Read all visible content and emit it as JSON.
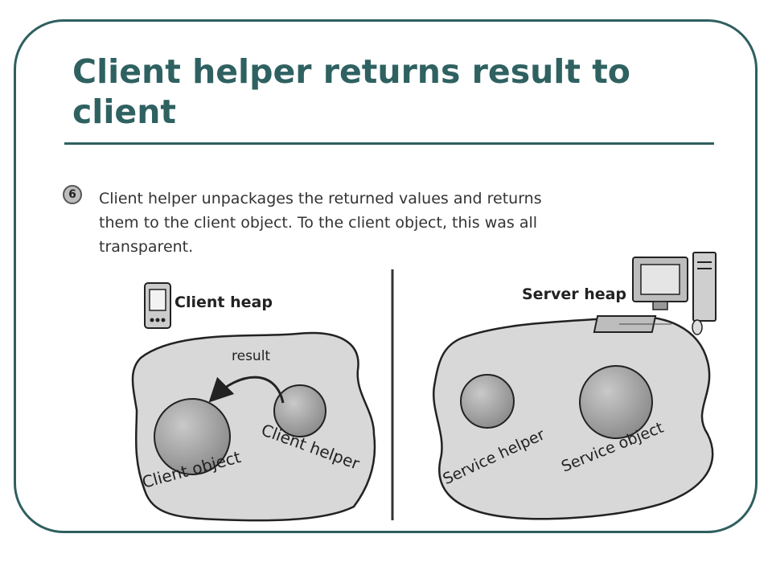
{
  "slide": {
    "title": "Client helper returns result to client"
  },
  "step": {
    "number": "6",
    "text": "Client helper unpackages the returned values and returns them to the client object. To the client object, this was all transparent."
  },
  "client_side": {
    "heap_label": "Client heap",
    "arrow_label": "result",
    "object_label": "Client object",
    "helper_label": "Client helper",
    "device_icon": "pda-icon"
  },
  "server_side": {
    "heap_label": "Server heap",
    "helper_label": "Service helper",
    "object_label": "Service object",
    "device_icon": "desktop-computer-icon"
  },
  "colors": {
    "title": "#2f6161",
    "frame": "#2f5f5f",
    "heap_fill": "#d9d9d9",
    "sphere_fill": "#a8a8a8"
  }
}
